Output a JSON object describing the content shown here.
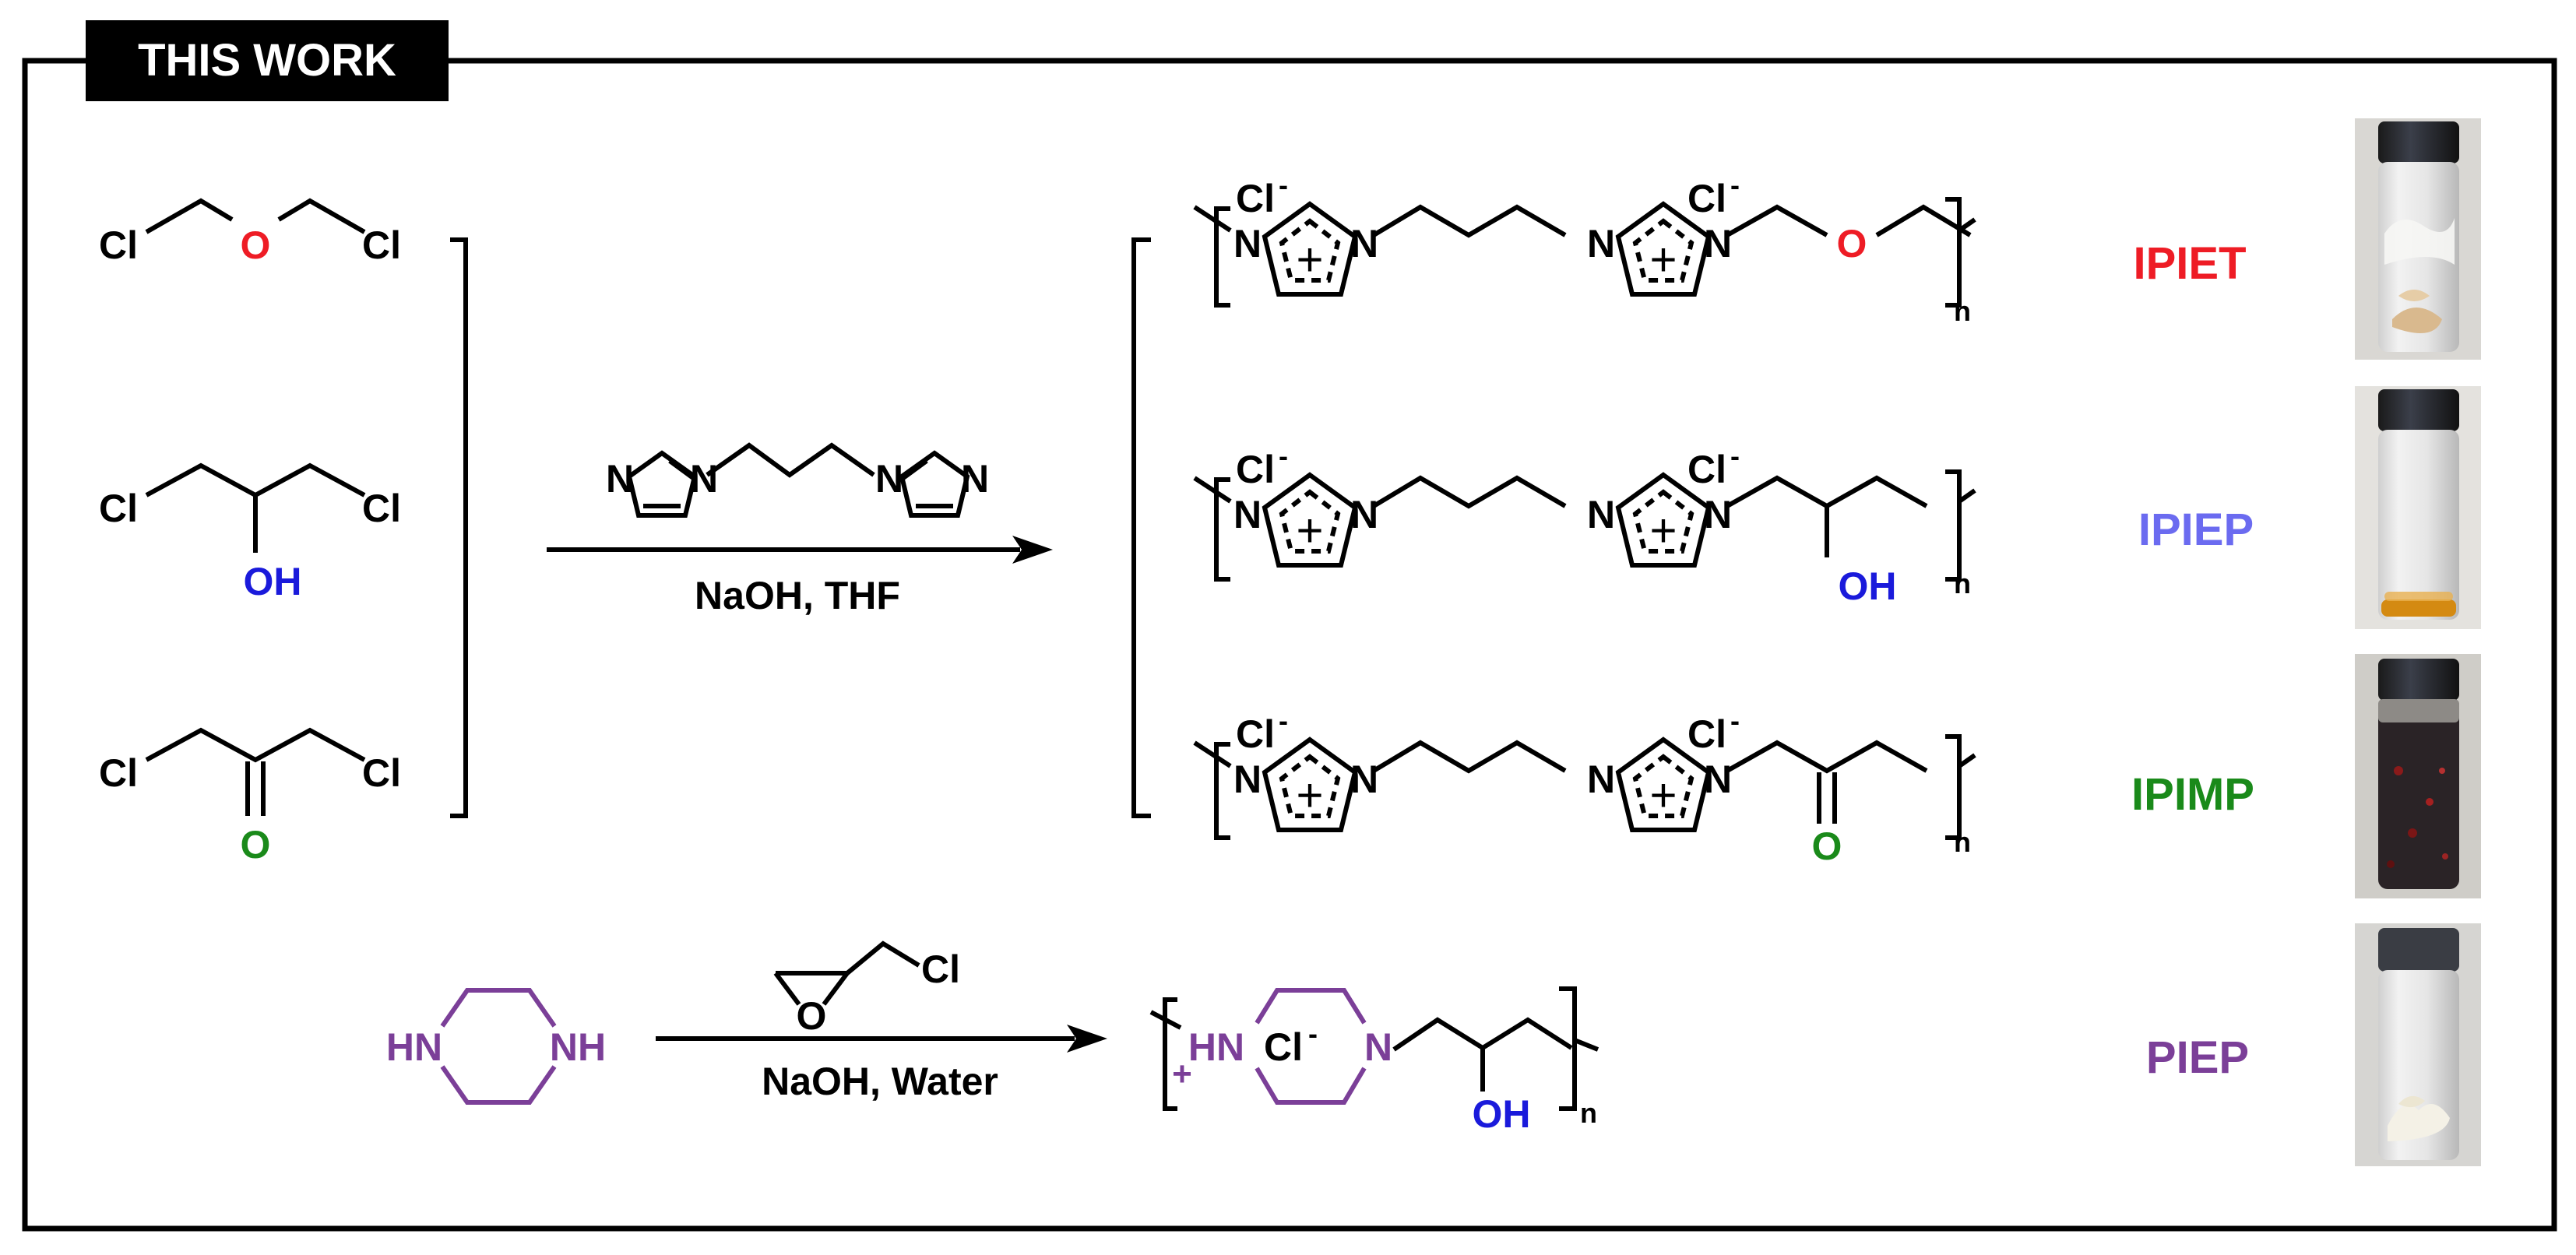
{
  "header": {
    "title": "THIS WORK"
  },
  "colors": {
    "frame": "#000000",
    "ether_oxygen": "#ee1c25",
    "hydroxyl": "#1a1adb",
    "ketone_oxygen": "#1a8a1a",
    "piperazine": "#7b3f98",
    "label_IPIET": "#ee1c25",
    "label_IPIEP": "#6b6bf0",
    "label_IPIMP": "#1a8a1a",
    "label_PIEP": "#7b3f98"
  },
  "atoms": {
    "Cl": "Cl",
    "O": "O",
    "OH": "OH",
    "N": "N",
    "HN": "HN",
    "NH": "NH",
    "Cl_minus": "Cl",
    "minus": "-",
    "plus": "+",
    "n": "n"
  },
  "reaction1": {
    "conditions": "NaOH, THF"
  },
  "reaction2": {
    "conditions": "NaOH, Water"
  },
  "products": [
    {
      "name": "IPIET"
    },
    {
      "name": "IPIEP"
    },
    {
      "name": "IPIMP"
    },
    {
      "name": "PIEP"
    }
  ],
  "vials": [
    {
      "product": "IPIET",
      "contents": "pale beige solid"
    },
    {
      "product": "IPIEP",
      "contents": "amber liquid layer"
    },
    {
      "product": "IPIMP",
      "contents": "dark red-black solid"
    },
    {
      "product": "PIEP",
      "contents": "white solid"
    }
  ]
}
